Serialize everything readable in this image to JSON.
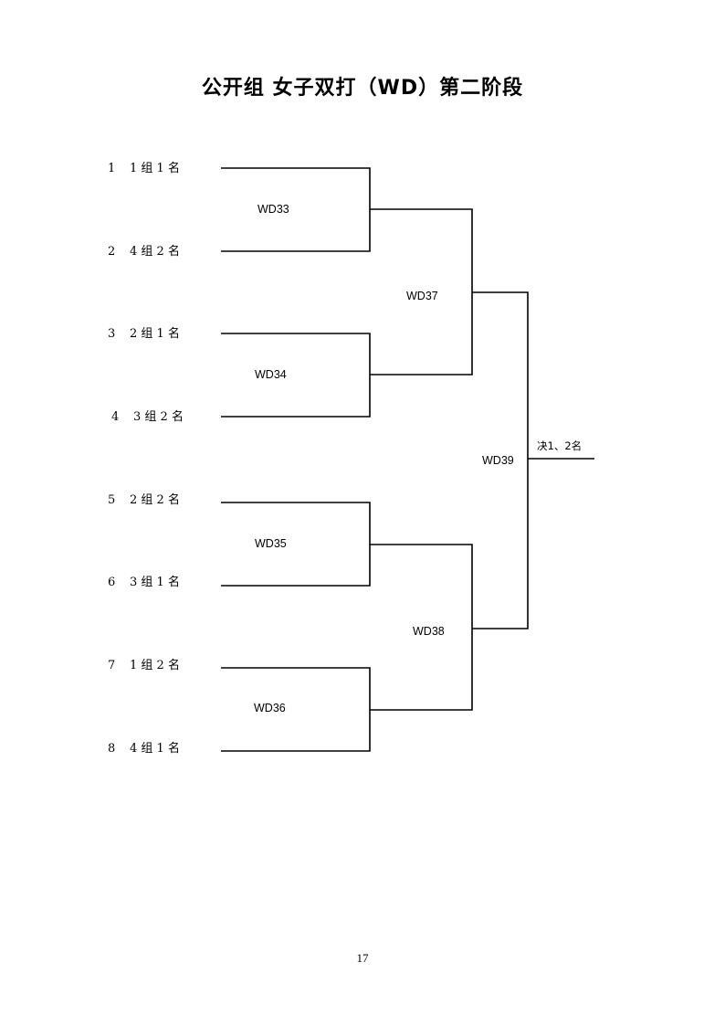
{
  "title": "公开组  女子双打（WD）第二阶段",
  "entries": [
    {
      "seed": "1",
      "name": "1 组 1 名"
    },
    {
      "seed": "2",
      "name": "4 组 2 名"
    },
    {
      "seed": "3",
      "name": "2 组 1 名"
    },
    {
      "seed": "4",
      "name": "3 组 2 名"
    },
    {
      "seed": "5",
      "name": "2 组 2 名"
    },
    {
      "seed": "6",
      "name": "3 组 1 名"
    },
    {
      "seed": "7",
      "name": "1 组 2 名"
    },
    {
      "seed": "8",
      "name": "4 组 1 名"
    }
  ],
  "matches": {
    "r1": [
      "WD33",
      "WD34",
      "WD35",
      "WD36"
    ],
    "r2": [
      "WD37",
      "WD38"
    ],
    "final": "WD39"
  },
  "final_label": "决1、2名",
  "page_number": "17"
}
